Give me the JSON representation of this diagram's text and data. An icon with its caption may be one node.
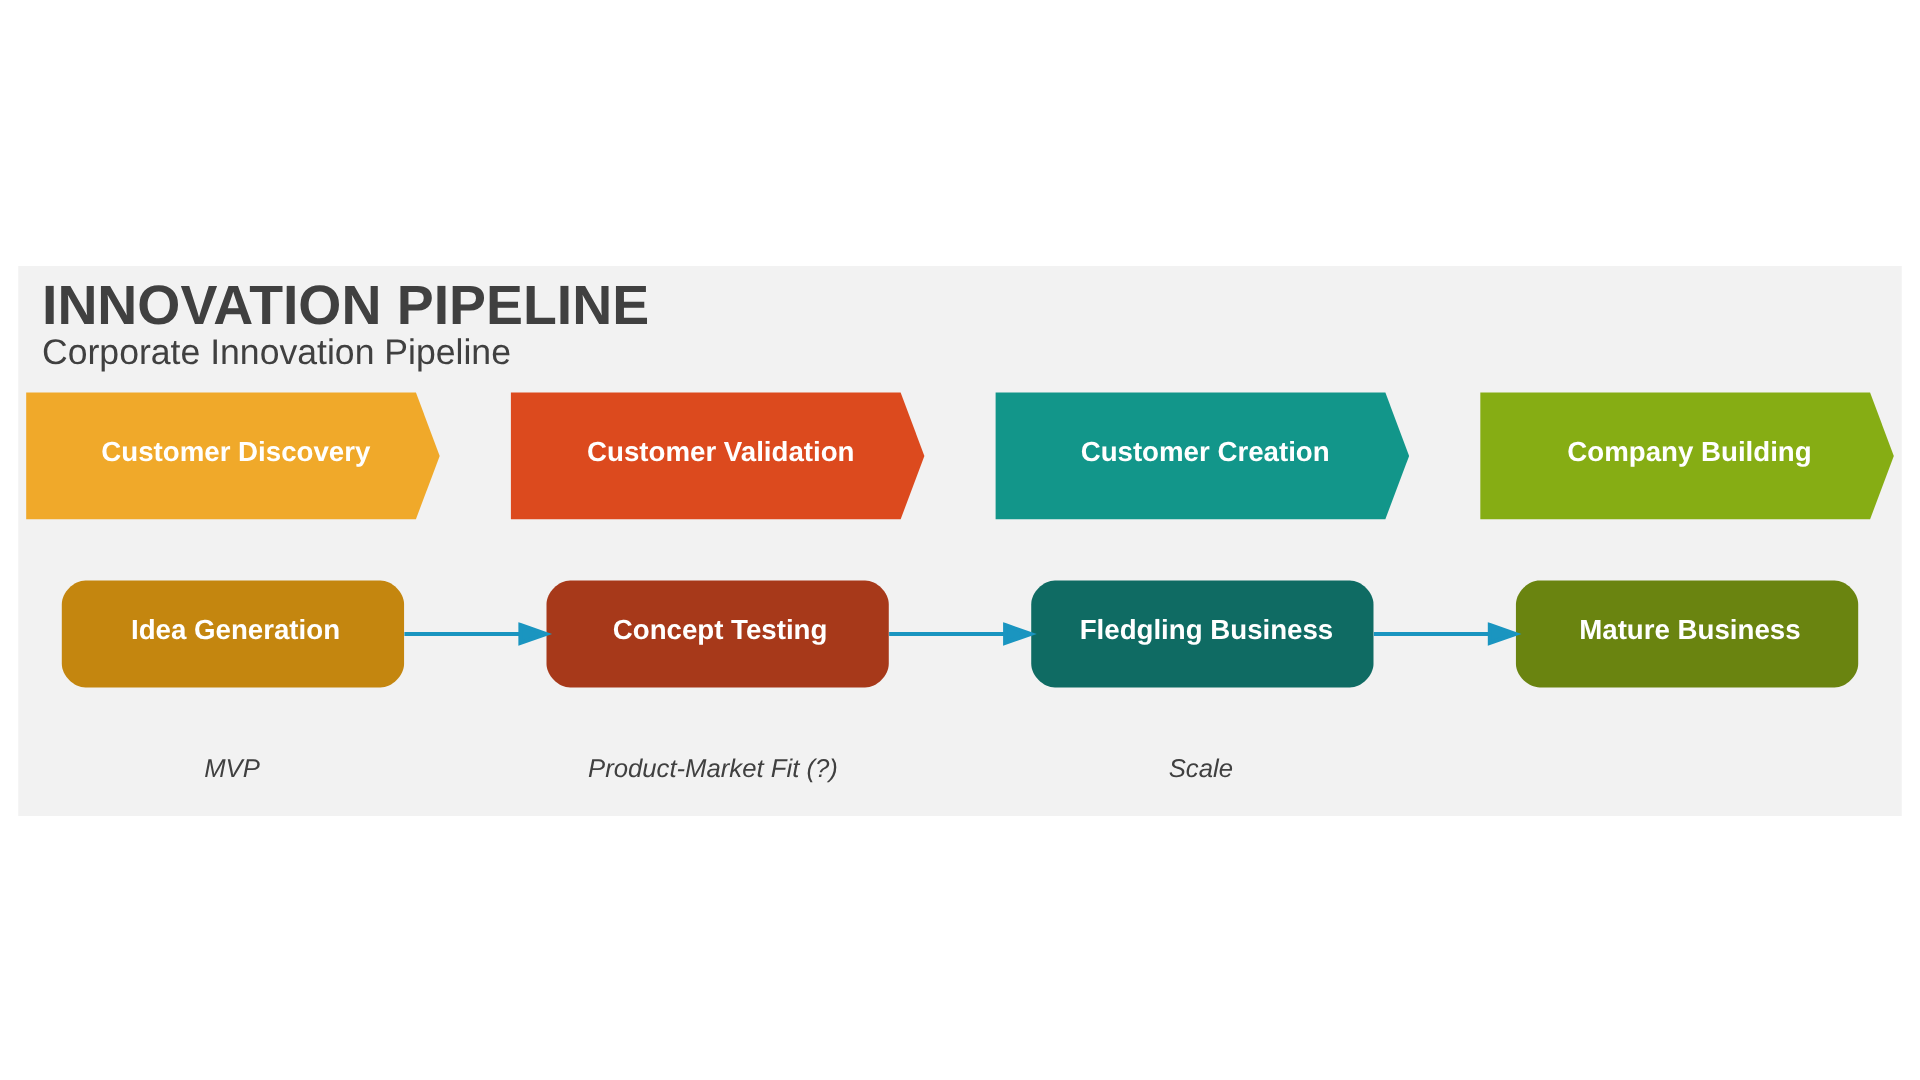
{
  "diagram": {
    "title": "INNOVATION PIPELINE",
    "caption": "Corporate Innovation Pipeline",
    "nodes": [
      {
        "text": [
          "Customer Discovery"
        ]
      },
      {
        "text": [
          "Customer Validation"
        ]
      },
      {
        "text": [
          "Customer Creation"
        ]
      },
      {
        "text": [
          "Company Building"
        ]
      },
      {
        "text": [
          "Idea Generation"
        ]
      },
      {
        "text": [
          "Concept Testing"
        ]
      },
      {
        "text": [
          "Fledgling Business"
        ]
      },
      {
        "text": [
          "Mature Business"
        ]
      }
    ],
    "edges": [
      {
        "from": 4,
        "to": 5,
        "arrow": "to"
      },
      {
        "from": 5,
        "to": 6,
        "arrow": "to"
      },
      {
        "from": 6,
        "to": 7,
        "arrow": "to"
      }
    ],
    "labels": [
      "MVP",
      "Product-Market Fit (?)",
      "Scale"
    ]
  }
}
